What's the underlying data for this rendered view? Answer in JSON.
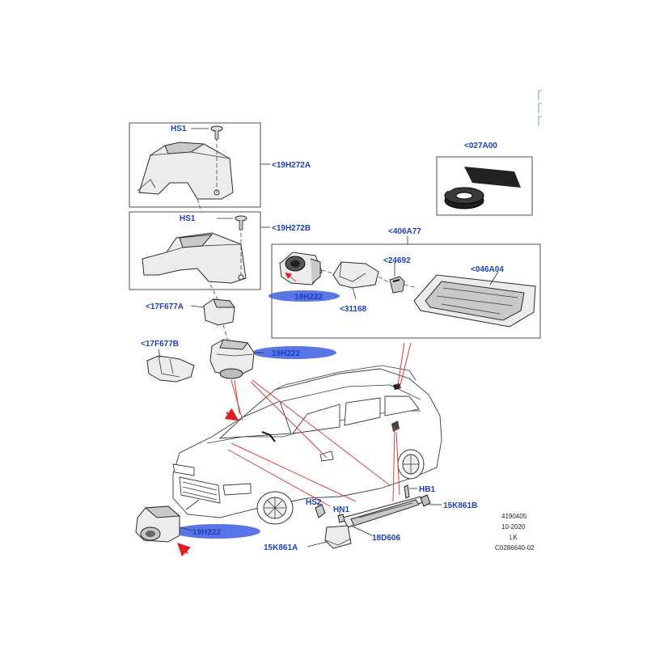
{
  "colors": {
    "label": "#1b3fbf",
    "highlight": "#3d5de0",
    "arrow": "#e02020",
    "line": "#2b2b2b"
  },
  "labels": {
    "hs1_top": "HS1",
    "p19h272a": "<19H272A",
    "hs1_mid": "HS1",
    "p19h272b": "<19H272B",
    "p027a00": "<027A00",
    "p406a77": "<406A77",
    "p24692": "<24692",
    "p046a04": "<046A04",
    "p19h222_kit": "19H222",
    "p31168": "<31168",
    "p17f677a": "<17F677A",
    "p19h222_cam": "19H222",
    "p17f677b": "<17F677B",
    "hb1": "HB1",
    "p15k861b": "15K861B",
    "hs2": "HS2",
    "hn1": "HN1",
    "p18d606": "18D606",
    "p19h222_front": "19H222",
    "p15k861a": "15K861A"
  },
  "reference": {
    "line1": "4190405",
    "line2": "10-2020",
    "line3": "LK",
    "line4": "C0286640-02"
  }
}
